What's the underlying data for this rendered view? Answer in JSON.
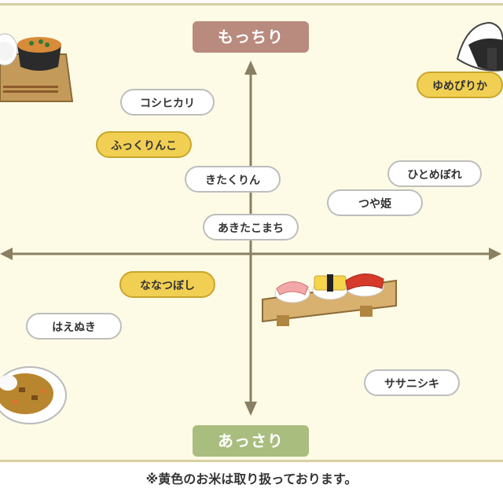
{
  "axis": {
    "top_label": "もっちり",
    "bottom_label": "あっさり"
  },
  "varieties": {
    "koshihikari": "コシヒカリ",
    "fukkurinko": "ふっくりんこ",
    "kitakurin": "きたくりん",
    "akitakomachi": "あきたこまち",
    "yumepirika": "ゆめぴりか",
    "hitomebore": "ひとめぼれ",
    "tsuyahime": "つや姫",
    "nanatsuboshi": "ななつぼし",
    "haenuki": "はえぬき",
    "sasanishiki": "ササニシキ"
  },
  "colors": {
    "highlight_fill": "#f1cf52",
    "normal_fill": "#ffffff",
    "top_axis": "#b98a7e",
    "bottom_axis": "#a9bd7f"
  },
  "footnote": "※黄色のお米は取り扱っております。"
}
